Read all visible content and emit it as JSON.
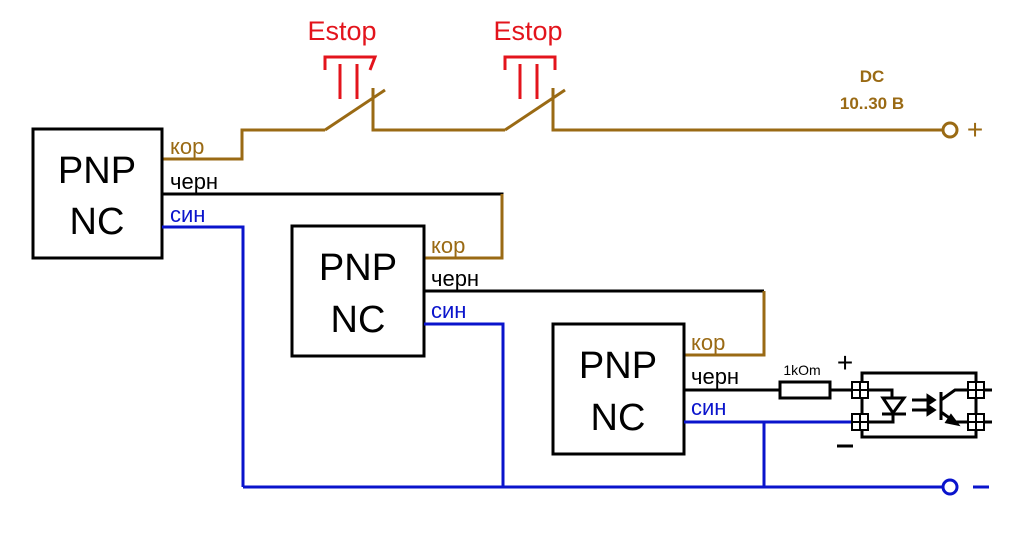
{
  "colors": {
    "brown": "#9a6a14",
    "black": "#000000",
    "blue": "#0a14cc",
    "red": "#e3141c"
  },
  "sensors": [
    {
      "line1": "PNP",
      "line2": "NC",
      "wires": {
        "brown": "кор",
        "black": "черн",
        "blue": "син"
      }
    },
    {
      "line1": "PNP",
      "line2": "NC",
      "wires": {
        "brown": "кор",
        "black": "черн",
        "blue": "син"
      }
    },
    {
      "line1": "PNP",
      "line2": "NC",
      "wires": {
        "brown": "кор",
        "black": "черн",
        "blue": "син"
      }
    }
  ],
  "estops": [
    {
      "label": "Estop"
    },
    {
      "label": "Estop"
    }
  ],
  "power": {
    "type": "DC",
    "range": "10..30 В",
    "plus": "+",
    "minus": "–"
  },
  "resistor": {
    "label": "1kOm"
  },
  "optocoupler": {
    "plus": "+",
    "minus": "–"
  }
}
